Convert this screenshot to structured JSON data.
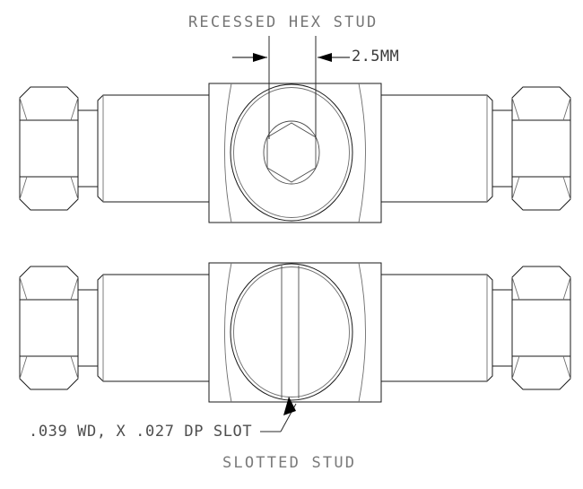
{
  "drawing": {
    "title": "RECESSED HEX STUD",
    "dimension_label": "2.5MM",
    "slot_note": ".039 WD, X .027 DP SLOT",
    "caption": "SLOTTED STUD",
    "line_color": "#1a1a1a",
    "text_color": "#6b6b6b",
    "background": "#ffffff"
  },
  "views": {
    "upper": {
      "name": "recessed-hex-stud-view",
      "label": "RECESSED HEX STUD",
      "center_feature": "hex-socket"
    },
    "lower": {
      "name": "slotted-stud-view",
      "label": "SLOTTED STUD",
      "center_feature": "screwdriver-slot"
    }
  },
  "annotations": {
    "hex_width": "2.5MM",
    "slot_spec": ".039 WD, X .027 DP SLOT"
  }
}
